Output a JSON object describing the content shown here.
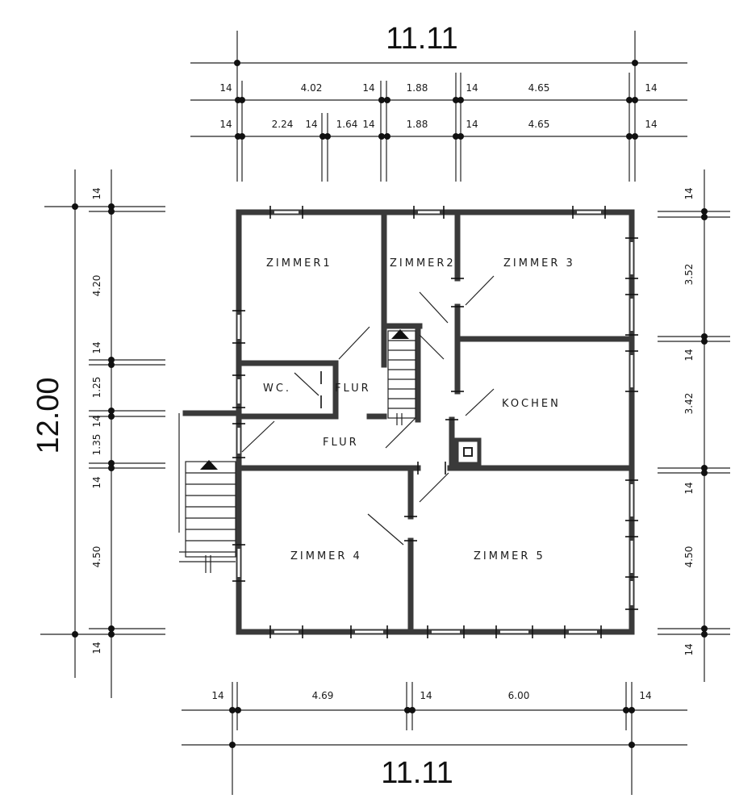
{
  "total_top": "11.11",
  "total_bottom": "11.11",
  "total_left": "12.00",
  "top_row1": {
    "a": "14",
    "b": "4.02",
    "c": "14",
    "d": "1.88",
    "e": "14",
    "f": "4.65",
    "g": "14"
  },
  "top_row2": {
    "a": "14",
    "b": "2.24",
    "c": "14",
    "d": "1.64",
    "e": "14",
    "f": "1.88",
    "g": "14",
    "h": "4.65",
    "i": "14"
  },
  "bottom_row": {
    "a": "14",
    "b": "4.69",
    "c": "14",
    "d": "6.00",
    "e": "14"
  },
  "left_col": {
    "a": "14",
    "b": "4.20",
    "c": "14",
    "d": "1.25",
    "e": "14",
    "f": "1.35",
    "g": "14",
    "h": "4.50",
    "i": "14"
  },
  "right_col": {
    "a": "14",
    "b": "3.52",
    "c": "14",
    "d": "3.42",
    "e": "14",
    "f": "4.50",
    "g": "14"
  },
  "rooms": {
    "zimmer1": "ZIMMER1",
    "zimmer2": "ZIMMER2",
    "zimmer3": "ZIMMER 3",
    "zimmer4": "ZIMMER 4",
    "zimmer5": "ZIMMER 5",
    "wc": "WC.",
    "flur1": "FLUR",
    "flur2": "FLUR",
    "kochen": "KOCHEN"
  }
}
